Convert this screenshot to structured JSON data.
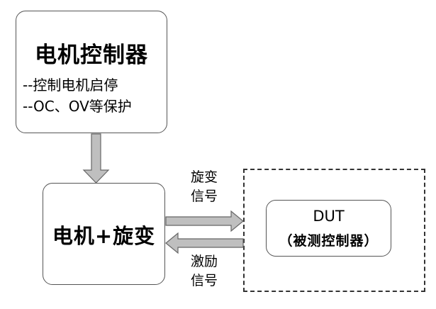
{
  "motor_controller": {
    "title": "电机控制器",
    "line1": "--控制电机启停",
    "line2": "--OC、OV等保护"
  },
  "motor_resolver": {
    "title": "电机+旋变"
  },
  "dut": {
    "name": "DUT",
    "subtitle": "（被测控制器）"
  },
  "signals": {
    "resolver_line1": "旋变",
    "resolver_line2": "信号",
    "excitation_line1": "激励",
    "excitation_line2": "信号"
  },
  "colors": {
    "box_border": "#555555",
    "arrow_fill": "#bfbfbf",
    "arrow_stroke": "#666666"
  }
}
